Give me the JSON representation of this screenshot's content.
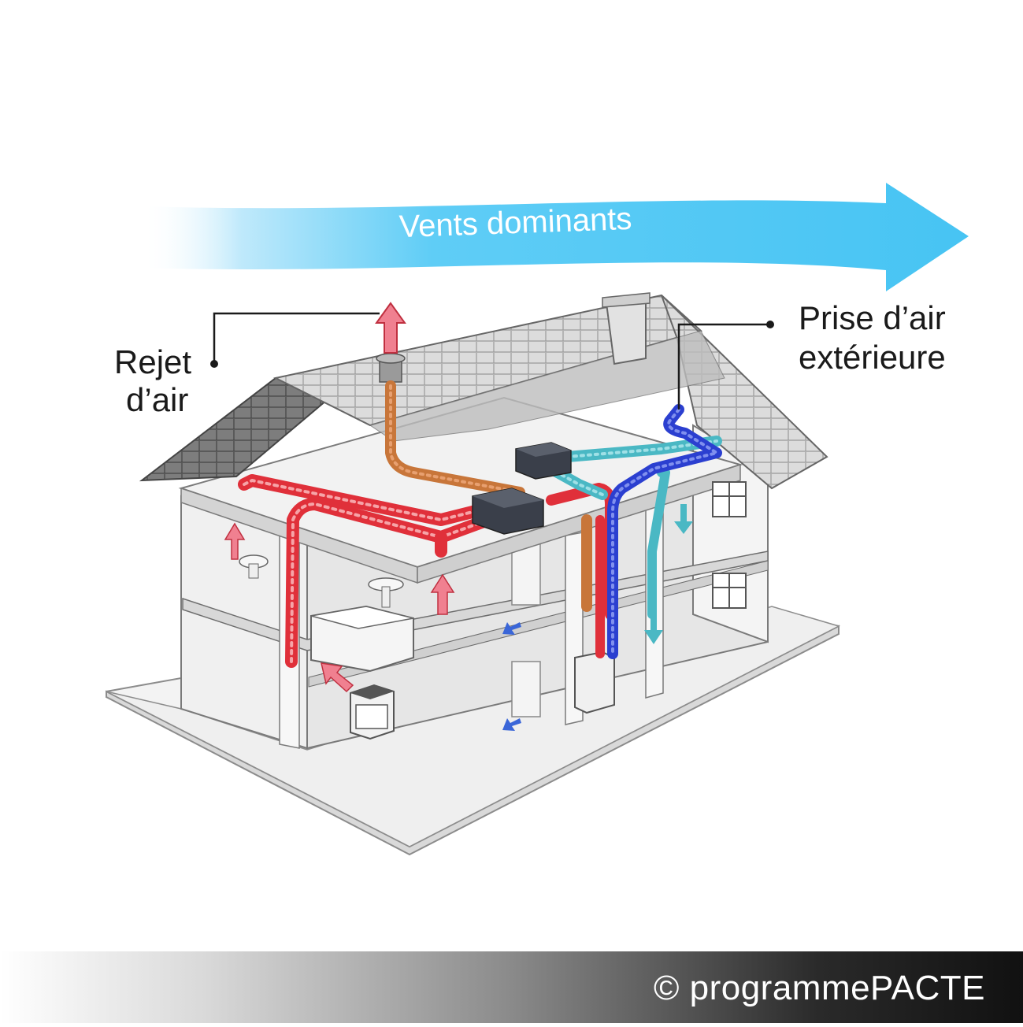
{
  "wind": {
    "label": "Vents dominants",
    "color": "#4cc6f4"
  },
  "labels": {
    "exhaust_line1": "Rejet",
    "exhaust_line2": "d’air",
    "intake_line1": "Prise d’air",
    "intake_line2": "extérieure"
  },
  "footer": {
    "copyright": "© programmePACTE"
  },
  "colors": {
    "extract_duct": "#e0303a",
    "supply_duct": "#4ab8c4",
    "intake_duct": "#2b3fd0",
    "exhaust_duct": "#c8763a",
    "house_wall": "#ececec",
    "roof": "#d8d8d8"
  },
  "icons": [
    "wind-arrow",
    "exhaust-arrow",
    "extract-arrow",
    "supply-arrow",
    "ventilation-unit-icon",
    "bathtub-icon",
    "sink-icon",
    "stove-icon",
    "boiler-icon",
    "window-icon"
  ]
}
